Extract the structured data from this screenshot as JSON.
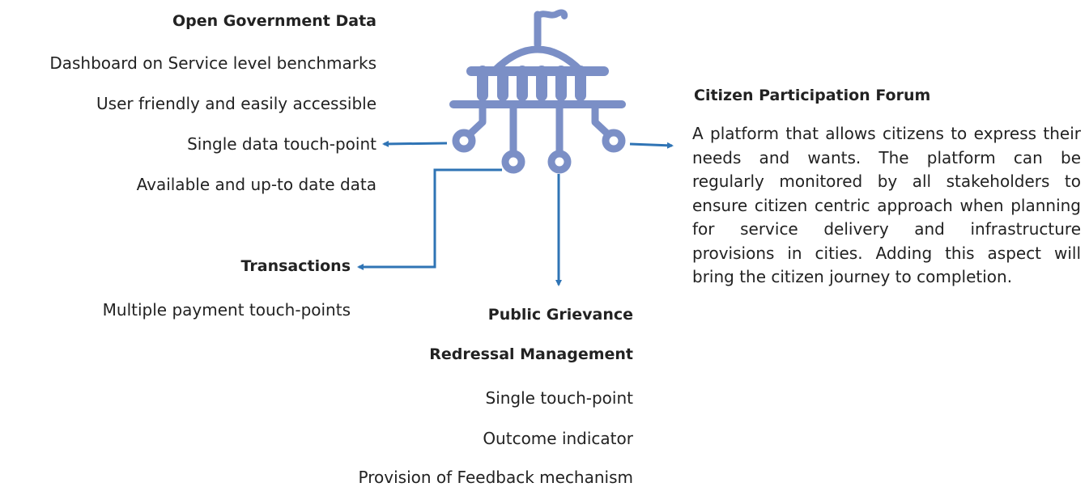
{
  "open_gov": {
    "title": "Open Government Data",
    "items": [
      "Dashboard on Service level benchmarks",
      "User friendly and easily accessible",
      "Single data touch-point",
      "Available and up-to date data"
    ]
  },
  "transactions": {
    "title": "Transactions",
    "items": [
      "Multiple payment touch-points"
    ]
  },
  "grievance": {
    "title_line1": "Public Grievance",
    "title_line2": "Redressal Management",
    "items": [
      "Single touch-point",
      "Outcome indicator",
      "Provision of Feedback mechanism"
    ]
  },
  "citizen": {
    "title": "Citizen Participation Forum",
    "description": "A platform that allows citizens to express their needs and wants. The platform can be regularly monitored by all stakeholders to ensure citizen centric approach when planning for service delivery and infrastructure provisions in cities. Adding this aspect will bring the citizen journey to completion."
  },
  "colors": {
    "icon": "#7b8fc6",
    "arrow": "#2f74b5",
    "text": "#222222"
  },
  "icons": {
    "center": "government-building-network-icon"
  }
}
